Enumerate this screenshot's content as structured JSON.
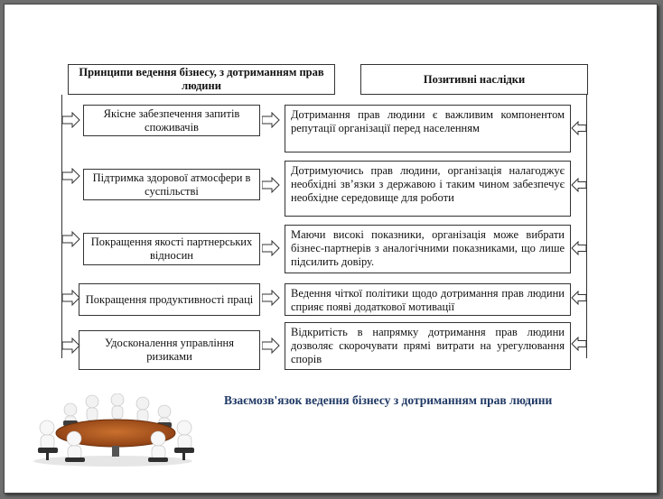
{
  "header": {
    "left_title": "Принципи ведення бізнесу, з дотриманням прав людини",
    "right_title": "Позитивні наслідки"
  },
  "rows": [
    {
      "principle": "Якісне забезпечення запитів споживачів",
      "consequence": "Дотримання прав людини є важливим компонентом репутації організації перед населенням"
    },
    {
      "principle": "Підтримка здорової атмосфери в суспільстві",
      "consequence": "Дотримуючись прав людини, організація налагоджує необхідні зв’язки з державою і таким чином забезпечує необхідне середовище для роботи"
    },
    {
      "principle": "Покращення якості партнерських відносин",
      "consequence": "Маючи високі показники, організація може вибрати бізнес-партнерів з аналогічними показниками, що лише підсилить довіру."
    },
    {
      "principle": "Покращення продуктивності праці",
      "consequence": "Ведення чіткої політики щодо дотримання прав людини сприяє появі додаткової мотивації"
    },
    {
      "principle": "Удосконалення управління ризиками",
      "consequence": "Відкритість в напрямку дотримання прав людини дозволяє скорочувати прямі витрати на урегулювання спорів"
    }
  ],
  "caption": "Взаємозв'язок ведення бізнесу з дотриманням прав людини",
  "illustration": "business-meeting-round-table-icon"
}
